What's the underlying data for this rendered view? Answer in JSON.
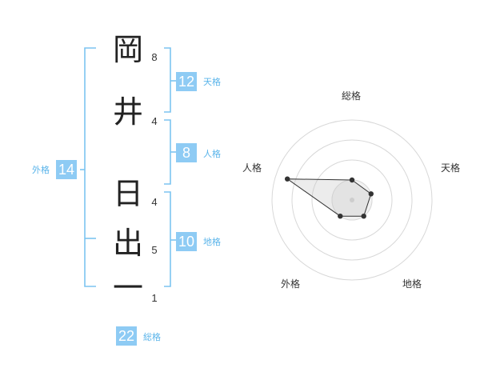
{
  "name": {
    "chars": [
      {
        "char": "岡",
        "strokes": "8"
      },
      {
        "char": "井",
        "strokes": "4"
      },
      {
        "char": "日",
        "strokes": "4"
      },
      {
        "char": "出",
        "strokes": "5"
      },
      {
        "char": "一",
        "strokes": "1"
      }
    ]
  },
  "kakusu": {
    "tenkaku": {
      "value": "12",
      "label": "天格"
    },
    "jinkaku": {
      "value": "8",
      "label": "人格"
    },
    "chikaku": {
      "value": "10",
      "label": "地格"
    },
    "gaikaku": {
      "value": "14",
      "label": "外格"
    },
    "soukaku": {
      "value": "22",
      "label": "総格"
    }
  },
  "colors": {
    "accent": "#8ecbf4",
    "accent_text": "#5ab4ea",
    "bracket": "#7cc4f0"
  },
  "chart_data": {
    "type": "radar",
    "axes": [
      "総格",
      "天格",
      "地格",
      "外格",
      "人格"
    ],
    "values": [
      0.25,
      0.25,
      0.25,
      0.25,
      0.85
    ],
    "rings": 4,
    "range": [
      0,
      1
    ]
  }
}
